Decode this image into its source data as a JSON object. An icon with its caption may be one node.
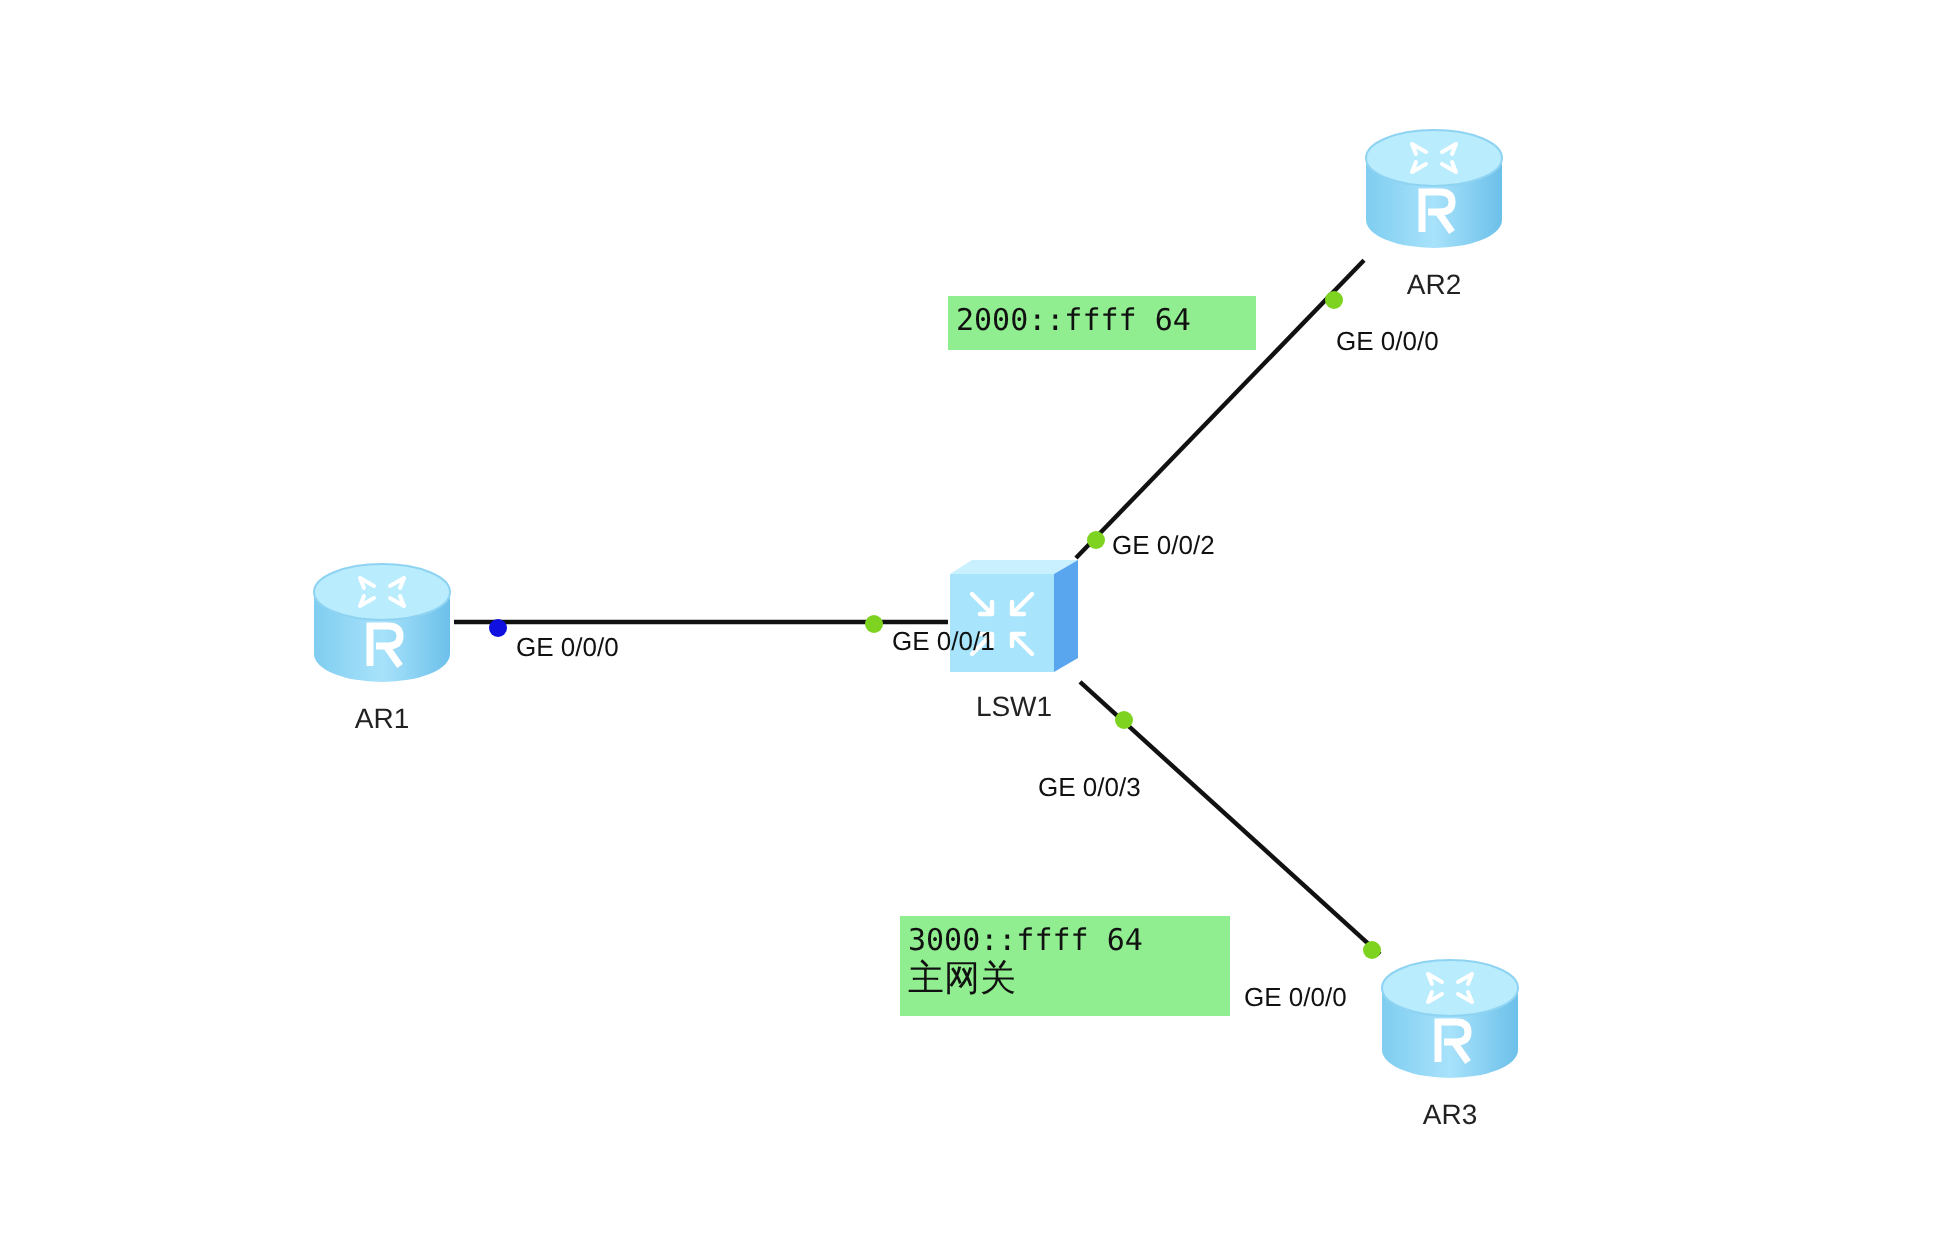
{
  "diagram": {
    "nodes": [
      {
        "text": [
          "AR2"
        ]
      },
      {
        "text": [
          "2000::ffff 64"
        ]
      },
      {
        "text": [
          "AR1"
        ]
      },
      {
        "text": [
          "LSW1"
        ]
      },
      {
        "text": [
          "3000::ffff 64",
          "主网关"
        ]
      },
      {
        "text": [
          "AR3"
        ]
      }
    ],
    "edges": [
      {
        "from": 2,
        "to": 3,
        "arrow": "none"
      },
      {
        "from": 3,
        "to": 0,
        "arrow": "none"
      },
      {
        "from": 3,
        "to": 5,
        "arrow": "none"
      }
    ],
    "labels": [
      "GE 0/0/0",
      "GE 0/0/2",
      "GE 0/0/0",
      "GE 0/0/1",
      "GE 0/0/3",
      "GE 0/0/0"
    ]
  }
}
